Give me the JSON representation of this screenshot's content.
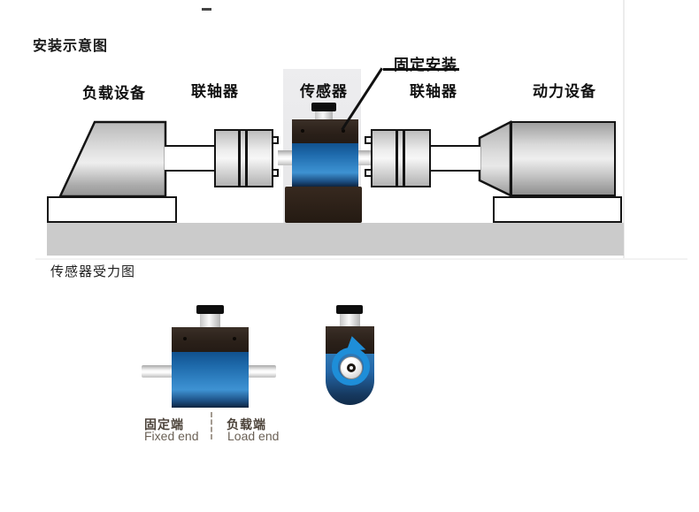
{
  "installation_diagram": {
    "title": "安装示意图",
    "labels": {
      "load_device": "负载设备",
      "coupling_left": "联轴器",
      "sensor": "传感器",
      "fixed_mount": "固定安装",
      "coupling_right": "联轴器",
      "power_device": "动力设备"
    }
  },
  "force_diagram": {
    "title": "传感器受力图",
    "fixed_end_cn": "固定端",
    "fixed_end_en": "Fixed end",
    "load_end_cn": "负载端",
    "load_end_en": "Load end"
  },
  "colors": {
    "sensor_blue": "#2f81c4",
    "rotation_arrow_blue": "#1e8ed8",
    "sensor_dark_brown": "#2a2019",
    "floor_gray": "#cbcbcb",
    "highlight_band": "#e9e9eb",
    "machine_gray": "#d9d9d9",
    "text_black": "#111111",
    "caption_brown_gray": "#4c433a"
  }
}
